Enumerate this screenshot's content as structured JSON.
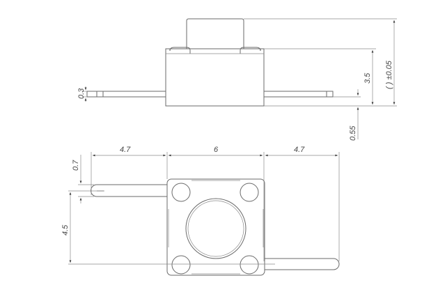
{
  "side_view": {
    "lead_thickness": "0.3",
    "body_height": "3.5",
    "total_height": "( ) ±0.05",
    "standoff": "0.55"
  },
  "top_view": {
    "left_lead_length": "4.7",
    "body_width": "6",
    "right_lead_length": "4.7",
    "lead_width": "0.7",
    "lead_pitch": "4.5"
  },
  "colors": {
    "line": "#6a6a6a",
    "text": "#444444"
  }
}
